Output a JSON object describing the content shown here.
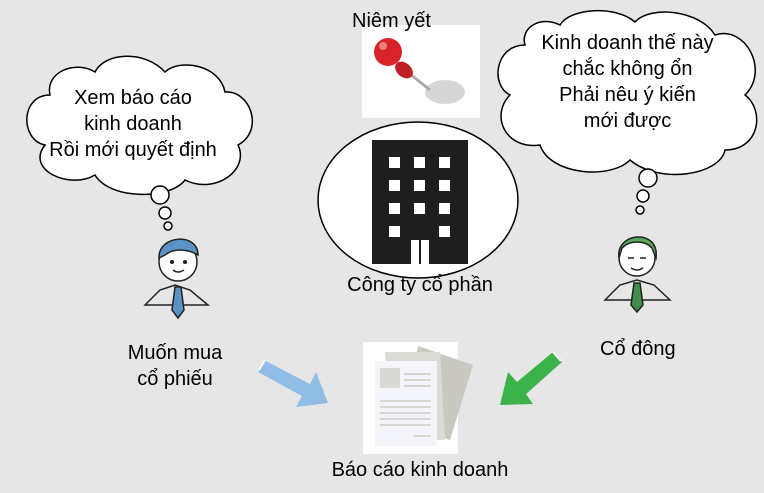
{
  "listing_label": "Niêm yết",
  "company_label": "Công ty cổ phần",
  "buyer": {
    "label_line1": "Muốn mua",
    "label_line2": "cổ phiếu",
    "thought": [
      "Xem báo cáo",
      "kinh doanh",
      "Rồi mới quyết định"
    ],
    "hair_color": "#5b93c4",
    "tie_color": "#5b93c4"
  },
  "shareholder": {
    "label": "Cổ đông",
    "thought": [
      "Kinh doanh thế này",
      "chắc không ổn",
      "Phải nêu ý kiến",
      "mới được"
    ],
    "hair_color": "#5bab5f",
    "tie_color": "#3f8f4a"
  },
  "report_label": "Báo cáo kinh doanh",
  "colors": {
    "background": "#e6e6e6",
    "arrow_blue": "#8fbde6",
    "arrow_green": "#3cb34a",
    "building": "#1e1e1e",
    "pin": "#d8232a"
  }
}
